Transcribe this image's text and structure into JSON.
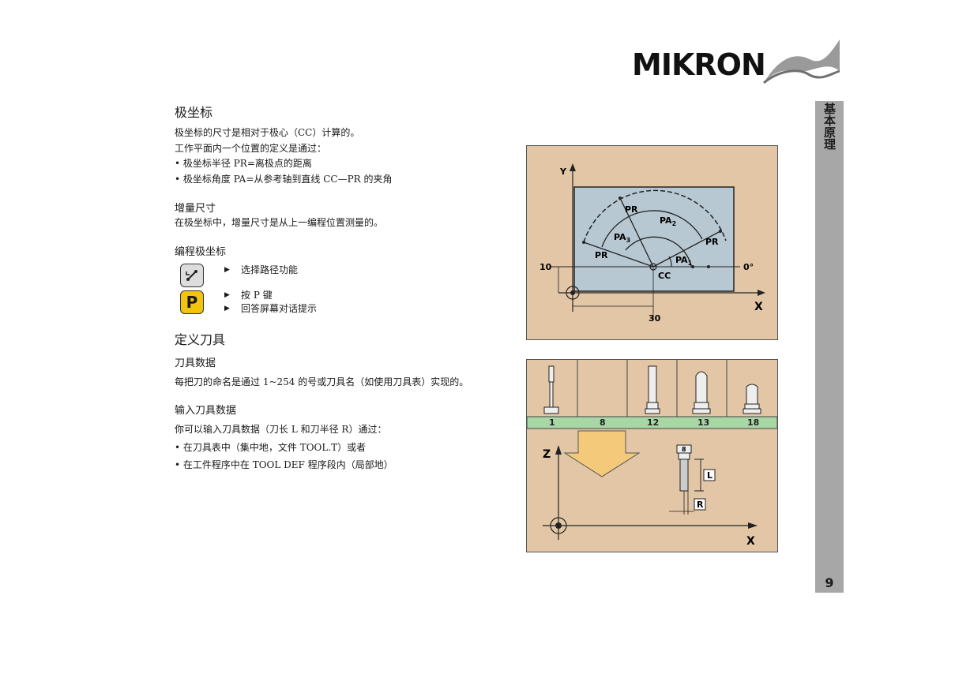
{
  "header": {
    "logo_text": "MIKRON"
  },
  "sidebar": {
    "title": "基本原理",
    "page_number": "9"
  },
  "sections": {
    "polar": {
      "title": "极坐标",
      "line1": "极坐标的尺寸是相对于极心（CC）计算的。",
      "line2": "工作平面内一个位置的定义是通过：",
      "bullet1": "•  极坐标半径 PR=离极点的距离",
      "bullet2": "•  极坐标角度 PA=从参考轴到直线 CC—PR 的夹角"
    },
    "incremental": {
      "title": "增量尺寸",
      "text": "在极坐标中，增量尺寸是从上一编程位置测量的。"
    },
    "programming": {
      "title": "编程极坐标",
      "step1": "选择路径功能",
      "step2": "按 P 键",
      "step3": "回答屏幕对话提示",
      "key_p": "P"
    },
    "tool": {
      "title": "定义刀具",
      "data_title": "刀具数据",
      "data_text": "每把刀的命名是通过 1~254 的号或刀具名（如使用刀具表）实现的。",
      "input_title": "输入刀具数据",
      "input_text": "你可以输入刀具数据（刀长 L 和刀半径 R）通过：",
      "bullet1": "•  在刀具表中（集中地，文件 TOOL.T）或者",
      "bullet2": "•  在工件程序中在 TOOL   DEF 程序段内（局部地）"
    }
  },
  "figure1": {
    "y_label": "Y",
    "x_label": "X",
    "pr1": "PR",
    "pa2": "PA",
    "pa2_sub": "2",
    "pa3": "PA",
    "pa3_sub": "3",
    "pr2": "PR",
    "pr3": "PR",
    "pa1": "PA",
    "pa1_sub": "1",
    "cc": "CC",
    "zero": "0°",
    "ten": "10",
    "thirty": "30"
  },
  "figure2": {
    "tool_numbers": [
      "1",
      "8",
      "12",
      "13",
      "18"
    ],
    "z_label": "Z",
    "x_label": "X",
    "l_label": "L",
    "r_label": "R",
    "tool_tag": "8"
  }
}
